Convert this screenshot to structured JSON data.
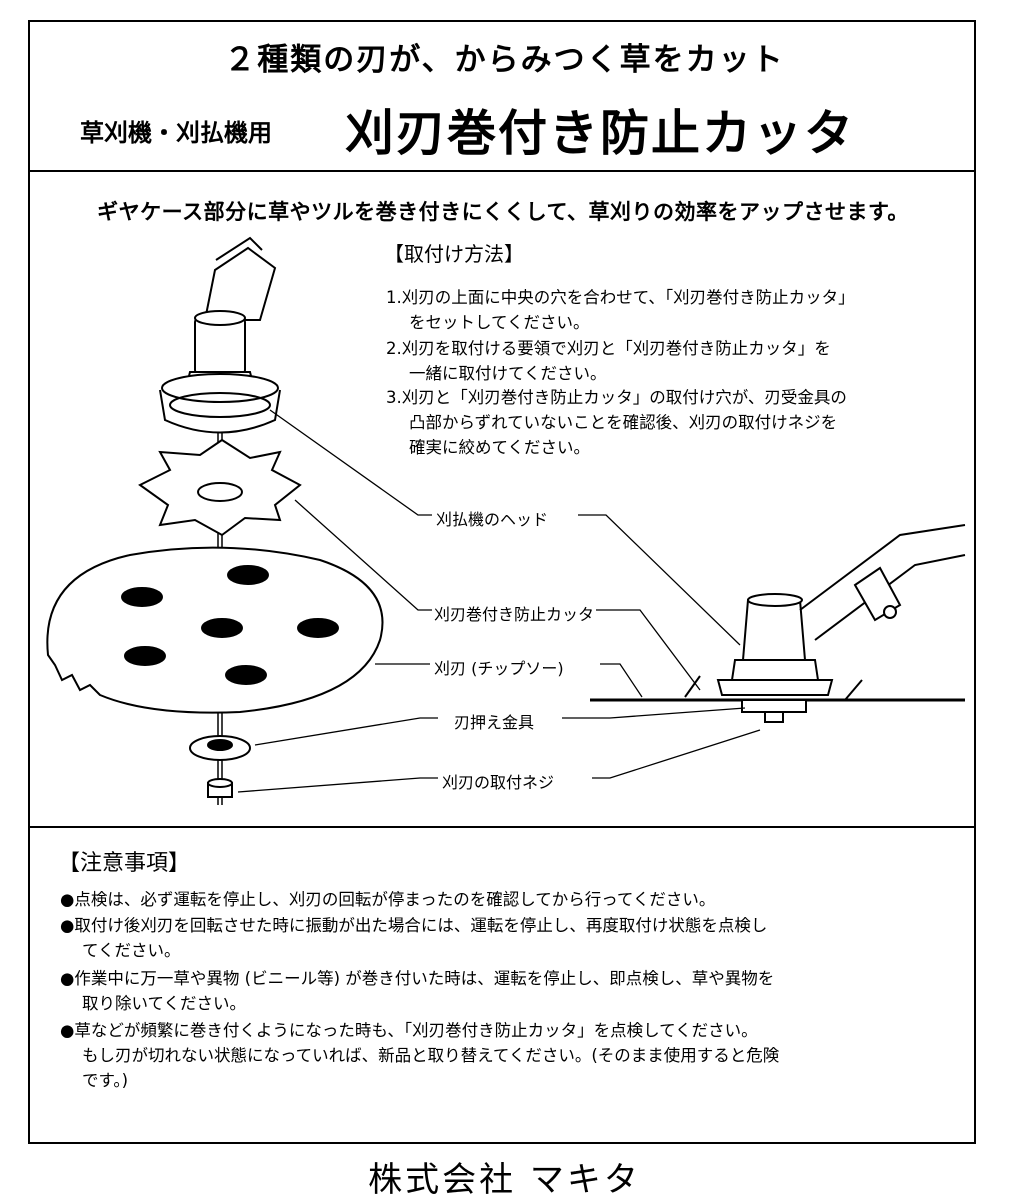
{
  "header": {
    "tagline": "２種類の刃が、からみつく草をカット",
    "subtitle": "草刈機・刈払機用",
    "title": "刈刃巻付き防止カッタ"
  },
  "lead": "ギヤケース部分に草やツルを巻き付きにくくして、草刈りの効率をアップさせます。",
  "method": {
    "title": "【取付け方法】",
    "steps": [
      {
        "line1": "1.刈刃の上面に中央の穴を合わせて、「刈刃巻付き防止カッタ」",
        "line2": "をセットしてください。"
      },
      {
        "line1": "2.刈刃を取付ける要領で刈刃と「刈刃巻付き防止カッタ」を",
        "line2": "一緒に取付けてください。"
      },
      {
        "line1": "3.刈刃と「刈刃巻付き防止カッタ」の取付け穴が、刃受金具の",
        "line2": "凸部からずれていないことを確認後、刈刃の取付けネジを",
        "line3": "確実に絞めてください。"
      }
    ]
  },
  "diagram_labels": {
    "head": "刈払機のヘッド",
    "cutter": "刈刃巻付き防止カッタ",
    "blade": "刈刃 (チップソー)",
    "washer": "刃押え金具",
    "screw": "刈刃の取付ネジ"
  },
  "notes": {
    "title": "【注意事項】",
    "items": [
      {
        "line1": "●点検は、必ず運転を停止し、刈刃の回転が停まったのを確認してから行ってください。"
      },
      {
        "line1": "●取付け後刈刃を回転させた時に振動が出た場合には、運転を停止し、再度取付け状態を点検し",
        "line2": "てください。"
      },
      {
        "line1": "●作業中に万一草や異物 (ビニール等) が巻き付いた時は、運転を停止し、即点検し、草や異物を",
        "line2": "取り除いてください。"
      },
      {
        "line1": "●草などが頻繁に巻き付くようになった時も、「刈刃巻付き防止カッタ」を点検してください。",
        "line2": "もし刃が切れない状態になっていれば、新品と取り替えてください。(そのまま使用すると危険",
        "line3": "です。)"
      }
    ]
  },
  "company": "株式会社 マキタ"
}
